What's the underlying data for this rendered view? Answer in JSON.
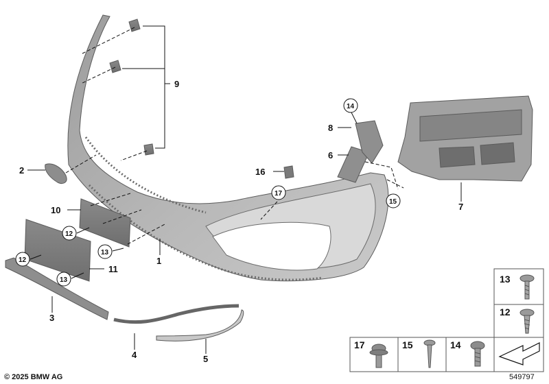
{
  "callouts": {
    "p1": "1",
    "p2": "2",
    "p3": "3",
    "p4": "4",
    "p5": "5",
    "p6": "6",
    "p7": "7",
    "p8": "8",
    "p9": "9",
    "p10": "10",
    "p11": "11",
    "p12a": "12",
    "p12b": "12",
    "p13a": "13",
    "p13b": "13",
    "p14": "14",
    "p15": "15",
    "p16": "16",
    "p17": "17"
  },
  "fastener_key": {
    "k13": "13",
    "k12": "12",
    "k17": "17",
    "k15": "15",
    "k14": "14"
  },
  "footer": {
    "copyright": "© 2025 BMW AG",
    "diagram_number": "549797"
  },
  "colors": {
    "part_fill": "#a7a7a7",
    "part_dark": "#7c7c7c",
    "line": "#111111"
  }
}
